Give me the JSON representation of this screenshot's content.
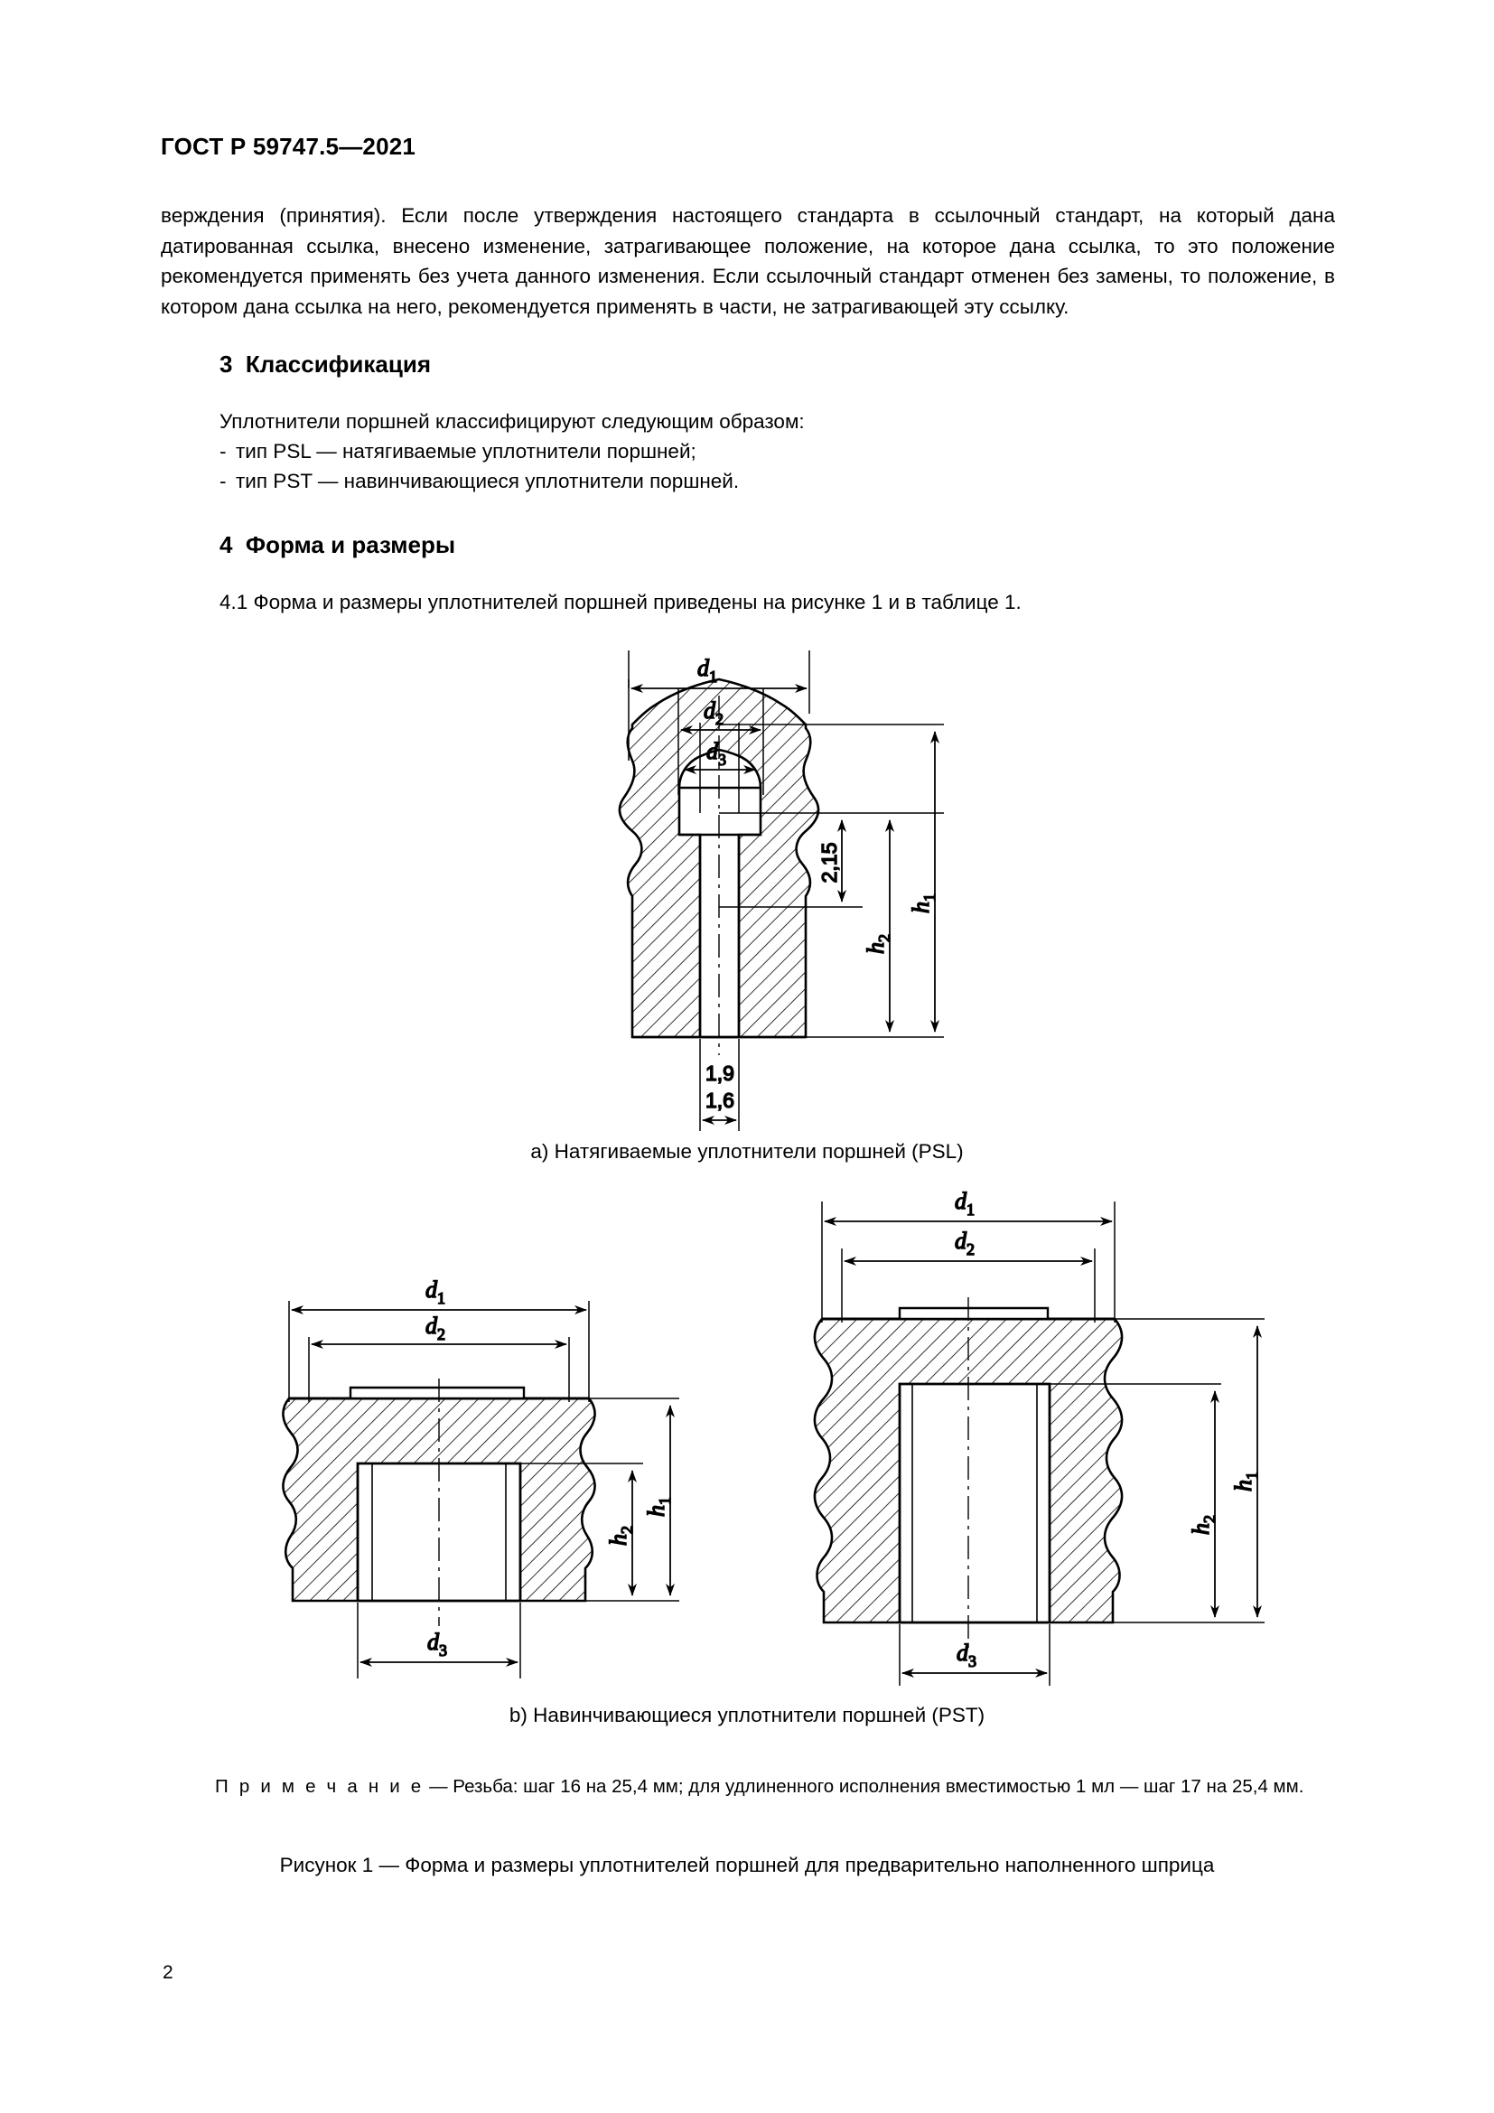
{
  "header": {
    "standard_id": "ГОСТ Р 59747.5—2021"
  },
  "body": {
    "paragraph_continued": "верждения (принятия). Если после утверждения настоящего стандарта в ссылочный стандарт, на который дана датированная ссылка, внесено изменение, затрагивающее положение, на которое дана ссылка, то это положение рекомендуется применять без учета данного изменения. Если ссылочный стандарт отменен без замены, то положение, в котором дана ссылка на него, рекомендуется применять в части, не затрагивающей эту ссылку."
  },
  "sections": {
    "classification": {
      "number": "3",
      "title": "Классификация",
      "intro": "Уплотнители поршней классифицируют следующим образом:",
      "items": [
        "тип PSL — натягиваемые уплотнители поршней;",
        "тип PST — навинчивающиеся уплотнители поршней."
      ]
    },
    "shape_and_sizes": {
      "number": "4",
      "title": "Форма и размеры",
      "clause_41": "4.1  Форма и размеры уплотнителей поршней приведены на рисунке 1 и в таблице 1."
    }
  },
  "figure": {
    "caption_a": "a) Натягиваемые уплотнители поршней (PSL)",
    "caption_b": "b) Навинчивающиеся уплотнители поршней (PST)",
    "note_label": "П р и м е ч а н и е",
    "note_text": "— Резьба: шаг 16 на 25,4 мм; для удлиненного исполнения вместимостью 1 мл — шаг 17 на 25,4 мм.",
    "title": "Рисунок 1 — Форма и размеры уплотнителей поршней для предварительно наполненного шприца",
    "drawing_psl": {
      "name": "PSL piston stopper cross-section",
      "dimensions_top": [
        "d1",
        "d2",
        "d3"
      ],
      "dimensions_right": [
        "2,15",
        "h2",
        "h1"
      ],
      "dimensions_bottom": [
        "1,9",
        "1,6"
      ],
      "labels": {
        "d1": "d",
        "d1_sub": "1",
        "d2": "d",
        "d2_sub": "2",
        "d3": "d",
        "d3_sub": "3",
        "h1": "h",
        "h1_sub": "1",
        "h2": "h",
        "h2_sub": "2",
        "v215": "2,15",
        "v19": "1,9",
        "v16": "1,6"
      }
    },
    "drawing_pst_left": {
      "name": "PST short piston stopper cross-section",
      "dimensions_top": [
        "d1",
        "d2"
      ],
      "dimensions_right": [
        "h2",
        "h1"
      ],
      "dimensions_bottom": [
        "d3"
      ]
    },
    "drawing_pst_right": {
      "name": "PST long piston stopper cross-section",
      "dimensions_top": [
        "d1",
        "d2"
      ],
      "dimensions_right": [
        "h2",
        "h1"
      ],
      "dimensions_bottom": [
        "d3"
      ]
    }
  },
  "footer": {
    "page_number": "2"
  },
  "colors": {
    "ink": "#000000",
    "paper": "#ffffff"
  }
}
